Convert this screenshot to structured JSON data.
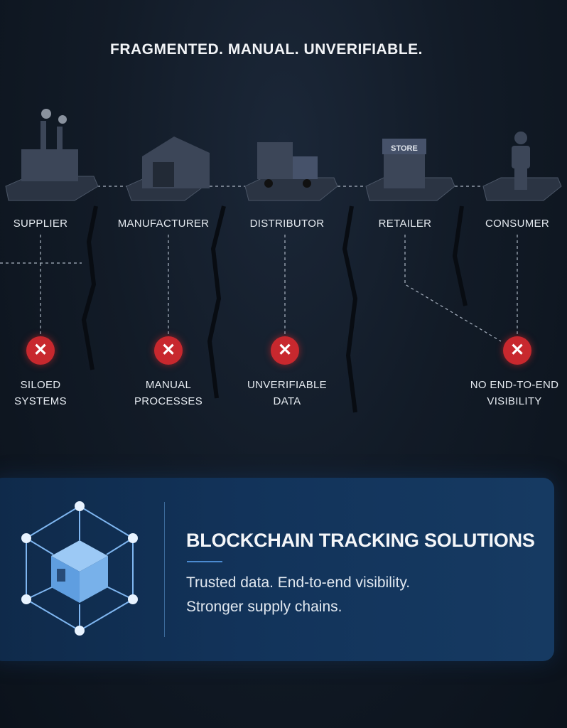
{
  "title": "FRAGMENTED. MANUAL. UNVERIFIABLE.",
  "stages": [
    {
      "label": "SUPPLIER",
      "icon": "factory-icon"
    },
    {
      "label": "MANUFACTURER",
      "icon": "warehouse-icon"
    },
    {
      "label": "DISTRIBUTOR",
      "icon": "truck-icon"
    },
    {
      "label": "RETAILER",
      "icon": "store-icon",
      "sign": "STORE"
    },
    {
      "label": "CONSUMER",
      "icon": "person-icon"
    }
  ],
  "problems": [
    {
      "line1": "SILOED",
      "line2": "SYSTEMS"
    },
    {
      "line1": "MANUAL",
      "line2": "PROCESSES"
    },
    {
      "line1": "UNVERIFIABLE",
      "line2": "DATA"
    },
    {
      "line1": "NO END-TO-END",
      "line2": "VISIBILITY"
    }
  ],
  "solution": {
    "title": "BLOCKCHAIN TRACKING SOLUTIONS",
    "line1": "Trusted data. End-to-end visibility.",
    "line2": "Stronger supply chains."
  },
  "colors": {
    "error": "#c8282e",
    "accent": "#4b8ad0"
  }
}
